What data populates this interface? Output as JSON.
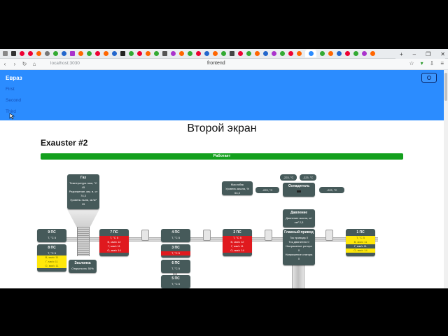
{
  "browser": {
    "url": "localhost:3030",
    "page_title": "frontend"
  },
  "app": {
    "brand": "Евраз",
    "nav": [
      "First",
      "Second",
      "Third"
    ],
    "screen_title": "Второй экран",
    "exhauster_title": "Exauster #2",
    "status": "Работает"
  },
  "colors": {
    "header": "#2b8cff",
    "status_ok": "#14a01e",
    "alarm_red": "#e0191e",
    "warn_yellow": "#ffe70a",
    "panel": "#465a5a"
  },
  "gas": {
    "title": "Газ",
    "lines": [
      "Температура газа, °С",
      "45",
      "Разрежение, мм. в. ст",
      "74,3",
      "Уровень пыли, мг/м³",
      "15"
    ]
  },
  "damper": {
    "title": "Заслонка",
    "line": "Открыта на: 50%"
  },
  "oil_tank": {
    "title": "Маслобак",
    "line1": "Уровень масла, %",
    "line2": "64,3"
  },
  "cooler": {
    "title": "Охладитель",
    "pills": [
      "-223, °С",
      "-223, °С",
      "-223, °С",
      "-223, °С"
    ]
  },
  "pressure": {
    "title": "Давление",
    "line1": "Давление масла, кг/",
    "line2": "см² 2,5"
  },
  "main_drive": {
    "title": "Главный привод",
    "lines": [
      "Ток привода 0",
      "Ток двигателя 0",
      "Напряжение ротора",
      "0",
      "Напряжение статора",
      "0"
    ]
  },
  "bearings": {
    "b9": {
      "title": "9 ПС",
      "rows": [
        "T, °С 5"
      ]
    },
    "b8": {
      "title": "8 ПС",
      "rows": [
        "T, °С 5",
        "В, мм/с 11",
        "Г, мм/с 11",
        "О, мм/с 11"
      ]
    },
    "b7": {
      "title": "7 ПС",
      "rows": [
        "T, °С 5",
        "В, мм/с 12",
        "Г, мм/с 11",
        "О, мм/с 14"
      ]
    },
    "b4": {
      "title": "4 ПС",
      "rows": [
        "T, °С 5"
      ]
    },
    "b3": {
      "title": "3 ПС",
      "rows": [
        "T, °С 5"
      ]
    },
    "b6": {
      "title": "6 ПС",
      "rows": [
        "T, °С 5"
      ]
    },
    "b5": {
      "title": "5 ПС",
      "rows": [
        "T, °С 5"
      ]
    },
    "b2": {
      "title": "2 ПС",
      "rows": [
        "T, °С 5",
        "В, мм/с 12",
        "Г, мм/с 11",
        "О, мм/с 14"
      ]
    },
    "b1": {
      "title": "1 ПС",
      "rows": [
        "T, °С 5",
        "В, мм/с 11",
        "Г, мм/с 11",
        "О, мм/с 14"
      ]
    }
  }
}
